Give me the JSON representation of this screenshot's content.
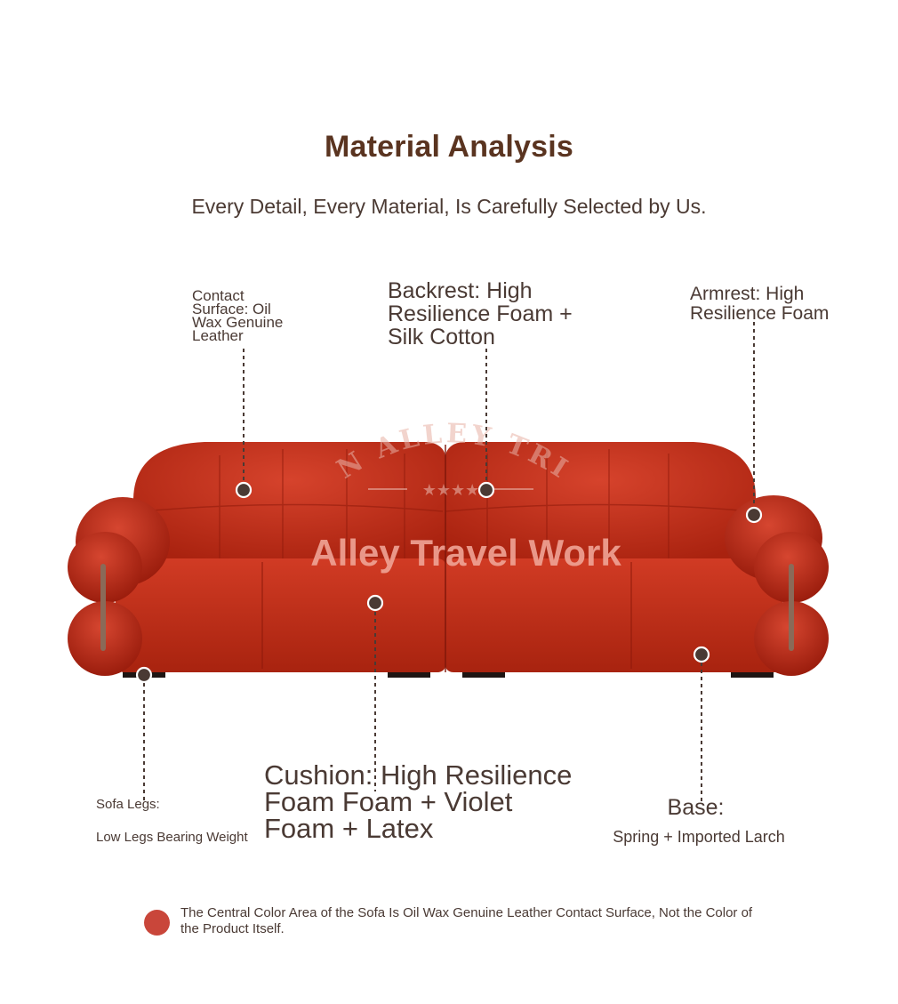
{
  "header": {
    "title": "Material Analysis",
    "subtitle": "Every Detail, Every Material, Is Carefully Selected by Us."
  },
  "watermark": {
    "arc_text": "AN ALLEY TRIP",
    "brand": "Alley Travel Work"
  },
  "callouts": {
    "contact_surface": "Contact Surface: Oil Wax Genuine Leather",
    "backrest": "Backrest: High Resilience Foam + Silk Cotton",
    "armrest": "Armrest: High Resilience Foam",
    "sofa_legs_title": "Sofa Legs:",
    "sofa_legs_desc": "Low Legs Bearing Weight",
    "cushion": "Cushion: High Resilience Foam Foam + Violet Foam + Latex",
    "base_title": "Base:",
    "base_desc": "Spring + Imported Larch"
  },
  "footnote": {
    "text": "The Central Color Area of the Sofa Is Oil Wax Genuine Leather Contact Surface, Not the Color of the Product Itself."
  },
  "colors": {
    "leather": "#c8321f",
    "title": "#5a3420",
    "swatch": "#c9463a"
  }
}
